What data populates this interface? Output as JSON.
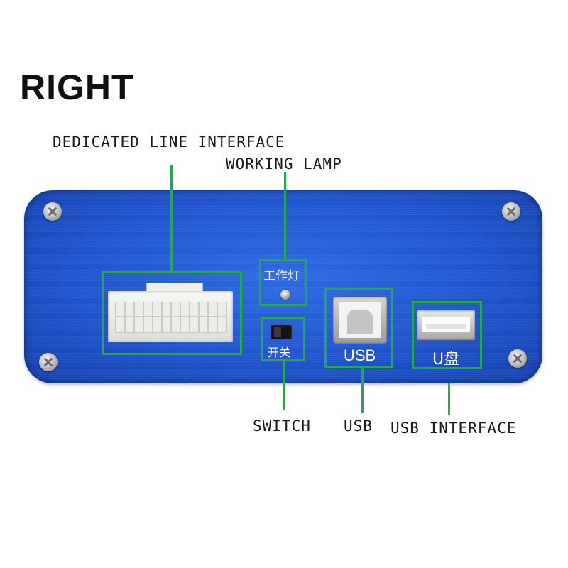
{
  "heading": "RIGHT",
  "callouts": {
    "dedicated_line": "DEDICATED LINE INTERFACE",
    "working_lamp": "WORKING LAMP",
    "switch": "SWITCH",
    "usb": "USB",
    "usb_interface": "USB INTERFACE"
  },
  "panel_labels": {
    "lamp": "工作灯",
    "switch": "开关",
    "usb": "USB",
    "udisk": "U盘"
  },
  "colors": {
    "panel_blue": "#2257d2",
    "highlight_green": "#27a84a",
    "text_dark": "#1a1a1a"
  },
  "icons": [
    "screw-icon",
    "connector-icon",
    "led-icon",
    "switch-icon",
    "usb-b-port-icon",
    "usb-a-port-icon"
  ]
}
